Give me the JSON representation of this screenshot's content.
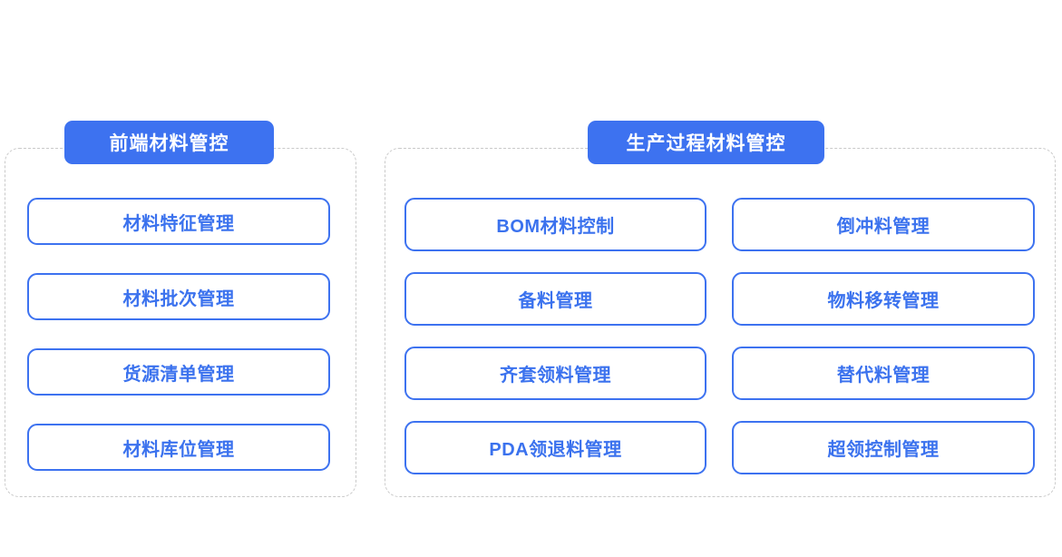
{
  "groups": [
    {
      "header": "前端材料管控",
      "columns": [
        {
          "cards": [
            {
              "label": "材料特征管理"
            },
            {
              "label": "材料批次管理"
            },
            {
              "label": "货源清单管理"
            },
            {
              "label": "材料库位管理"
            }
          ]
        }
      ]
    },
    {
      "header": "生产过程材料管控",
      "columns": [
        {
          "cards": [
            {
              "label": "BOM材料控制"
            },
            {
              "label": "备料管理"
            },
            {
              "label": "齐套领料管理"
            },
            {
              "label": "PDA领退料管理"
            }
          ]
        },
        {
          "cards": [
            {
              "label": "倒冲料管理"
            },
            {
              "label": "物料移转管理"
            },
            {
              "label": "替代料管理"
            },
            {
              "label": "超领控制管理"
            }
          ]
        }
      ]
    }
  ],
  "colors": {
    "accent": "#3d72f0",
    "card_text": "#3b72ee",
    "panel_border": "#c9c9c9",
    "background": "#ffffff",
    "pill_text": "#ffffff"
  }
}
